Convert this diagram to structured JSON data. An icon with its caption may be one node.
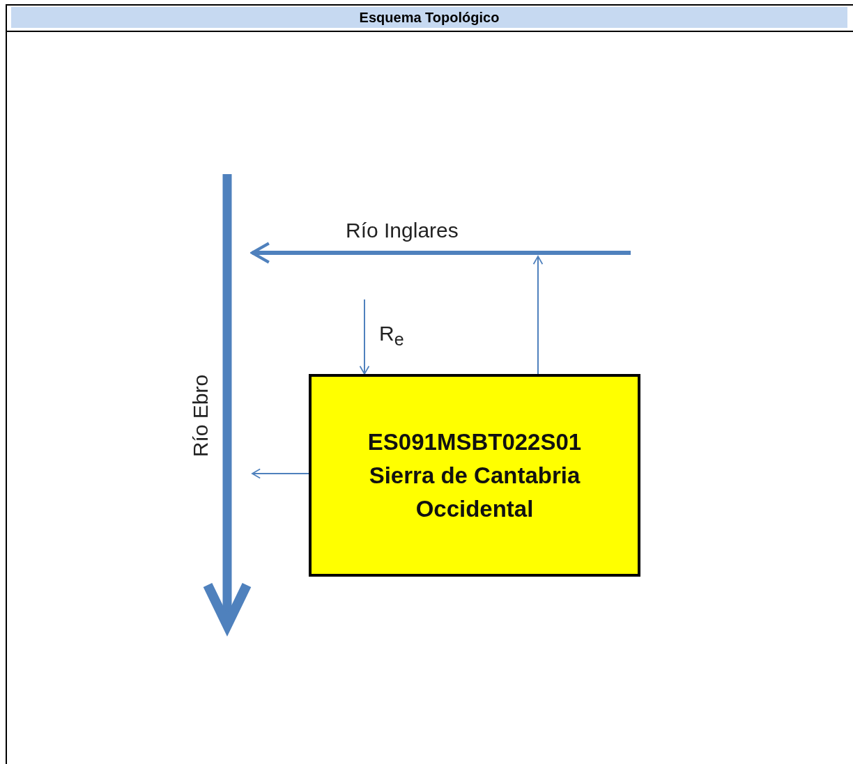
{
  "diagram": {
    "title": "Esquema Topológico",
    "nodes": [
      {
        "text": [
          "Río Ebro"
        ]
      },
      {
        "text": [
          "Río Inglares"
        ]
      },
      {
        "text": [
          "ES091MSBT022S01 Sierra de Cantabria Occidental"
        ]
      }
    ],
    "edges": [
      {
        "from": 1,
        "to": 0,
        "arrow": "to",
        "style": "thick"
      },
      {
        "from": 1,
        "to": 2,
        "arrow": "to",
        "label": "R$_{e}$"
      },
      {
        "from": 2,
        "to": 1,
        "arrow": "to"
      },
      {
        "from": 2,
        "to": 0,
        "arrow": "to"
      }
    ]
  }
}
